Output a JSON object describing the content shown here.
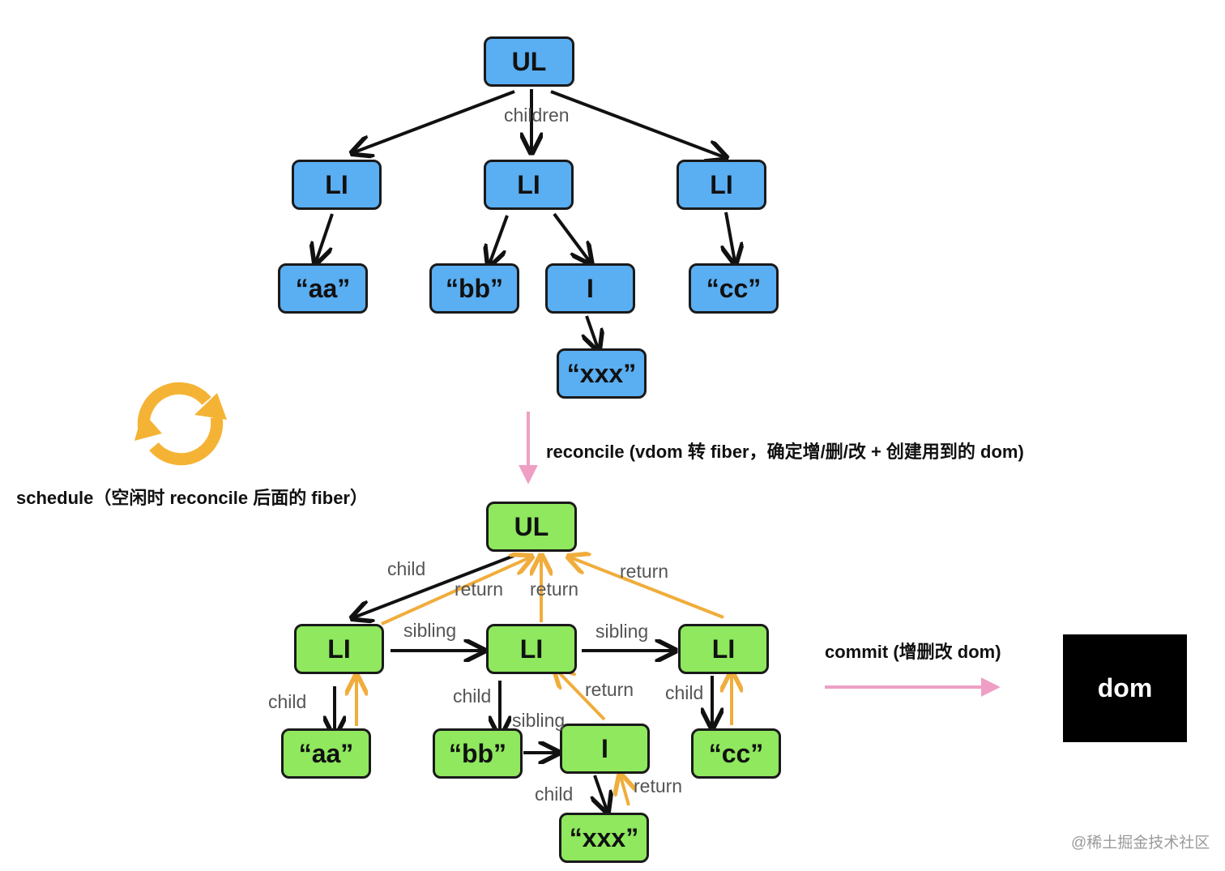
{
  "vdom_tree": {
    "root": "UL",
    "li_1": "LI",
    "li_2": "LI",
    "li_3": "LI",
    "text_aa": "“aa”",
    "text_bb": "“bb”",
    "i_node": "I",
    "text_cc": "“cc”",
    "text_xxx": "“xxx”",
    "children_label": "children"
  },
  "fiber_tree": {
    "root": "UL",
    "li_1": "LI",
    "li_2": "LI",
    "li_3": "LI",
    "text_aa": "“aa”",
    "text_bb": "“bb”",
    "i_node": "I",
    "text_cc": "“cc”",
    "text_xxx": "“xxx”"
  },
  "edge_labels": {
    "child": "child",
    "return": "return",
    "sibling": "sibling"
  },
  "captions": {
    "reconcile": "reconcile (vdom 转 fiber，确定增/删/改 + 创建用到的 dom)",
    "schedule": "schedule（空闲时 reconcile 后面的 fiber）",
    "commit": "commit (增删改 dom)"
  },
  "dom_box": "dom",
  "watermark": "@稀土掘金技术社区",
  "colors": {
    "vdom_node": "#5aaef2",
    "fiber_node": "#8fe85e",
    "return_arrow": "#f0ad3c",
    "flow_arrow": "#ef9fc4",
    "schedule_icon": "#f5b335"
  },
  "icons": {
    "schedule": "refresh-cycle-icon"
  }
}
